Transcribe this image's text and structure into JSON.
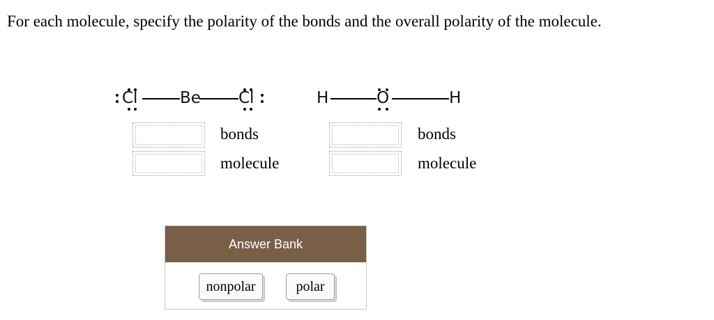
{
  "question": "For each molecule, specify the polarity of the bonds and the overall polarity of the molecule.",
  "molecules": {
    "becl2": {
      "atoms": [
        "Cl",
        "Be",
        "Cl"
      ],
      "bonds_label": "bonds",
      "molecule_label": "molecule"
    },
    "h2o": {
      "atoms": [
        "H",
        "O",
        "H"
      ],
      "bonds_label": "bonds",
      "molecule_label": "molecule"
    }
  },
  "answer_bank": {
    "title": "Answer Bank",
    "options": [
      "nonpolar",
      "polar"
    ]
  },
  "colors": {
    "bank_header": "#7a5f47"
  }
}
